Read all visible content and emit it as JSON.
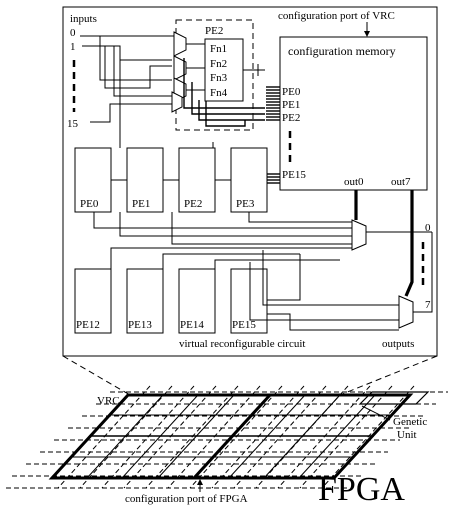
{
  "vrc": {
    "inputs_label": "inputs",
    "input_labels": [
      "0",
      "1",
      "15"
    ],
    "config_port_label": "configuration port of VRC",
    "config_memory_label": "configuration memory",
    "pe2_label": "PE2",
    "functions": [
      "Fn1",
      "Fn2",
      "Fn3",
      "Fn4"
    ],
    "memory_ports": [
      "PE0",
      "PE1",
      "PE2",
      "PE15"
    ],
    "outs": [
      "out0",
      "out7"
    ],
    "pe_row1": [
      "PE0",
      "PE1",
      "PE2",
      "PE3"
    ],
    "pe_row2": [
      "PE12",
      "PE13",
      "PE14",
      "PE15"
    ],
    "output_labels": [
      "0",
      "7"
    ],
    "footer_label": "virtual reconfigurable circuit",
    "outputs_label": "outputs"
  },
  "fpga": {
    "vrc_label": "VRC",
    "genetic_unit_label": "Genetic Unit",
    "config_port_label": "configuration port of FPGA",
    "title": "FPGA"
  }
}
